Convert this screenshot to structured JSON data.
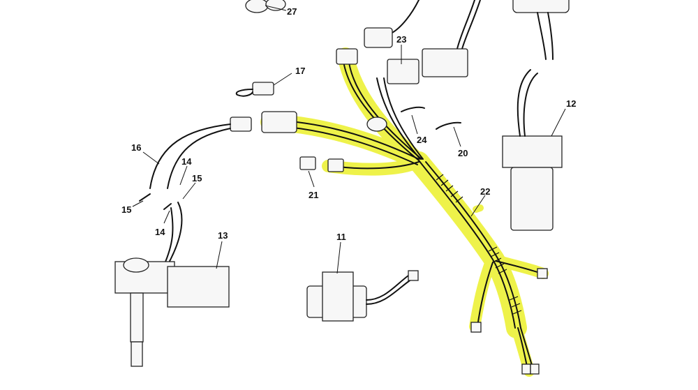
{
  "diagram": {
    "highlight_color": "#eef24a",
    "callouts": [
      "27",
      "23",
      "17",
      "12",
      "24",
      "20",
      "16",
      "14",
      "15",
      "21",
      "22",
      "15",
      "14",
      "13",
      "11"
    ]
  }
}
